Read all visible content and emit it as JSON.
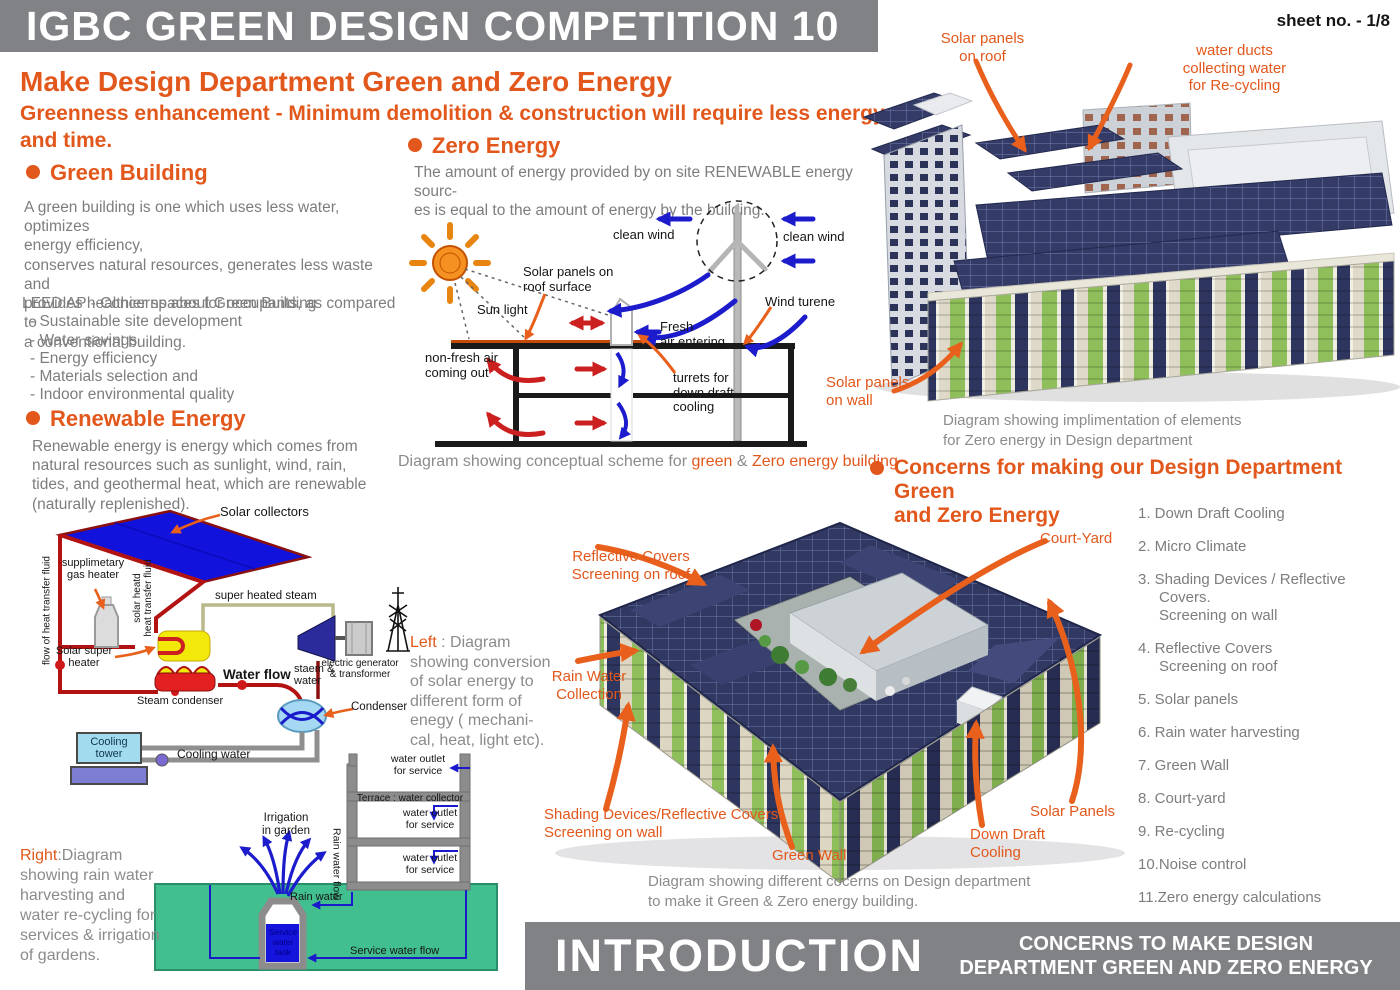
{
  "colors": {
    "accent": "#e2571b",
    "banner_gray": "#818286",
    "text_gray": "#7d7d7d",
    "arrow_blue": "#1c1ccc",
    "arrow_red": "#cc2020",
    "collector_blue": "#1212dd",
    "ground_green": "#41bf8e"
  },
  "header": {
    "competition_title": "IGBC GREEN DESIGN COMPETITION 10",
    "sheet_no": "sheet no. - 1/8",
    "main_heading": "Make Design Department Green and Zero Energy",
    "tagline": "Greenness enhancement - Minimum demolition & construction will require less energy\nand time."
  },
  "green_building": {
    "heading": "Green Building",
    "intro": "A green building is one which uses less water, optimizes\nenergy efficiency,\nconserves natural resources, generates less waste and\nprovides healthier spaces for occupants, as compared to\na conventional building.",
    "leed_heading": "LEED AP - Concerns about Green Building",
    "leed_items": [
      "- Sustainable site development",
      "- Water savings",
      "- Energy efficiency",
      "- Materials selection and",
      "- Indoor environmental quality"
    ]
  },
  "renewable_energy": {
    "heading": "Renewable Energy",
    "intro": "Renewable energy is energy which comes from\nnatural resources such as sunlight, wind, rain,\ntides, and geothermal heat, which are renewable\n(naturally replenished)."
  },
  "zero_energy": {
    "heading": "Zero Energy",
    "intro": "The amount of energy provided by on site RENEWABLE energy sourc-\nes is equal to the amount of energy by the building."
  },
  "concept_diagram": {
    "clean_wind_left": "clean wind",
    "clean_wind_right": "clean wind",
    "solar_panels": "Solar panels on\nroof  surface",
    "sun_light": "Sun light",
    "fresh_air": "Fresh\nair entering",
    "wind_turbine": "Wind turene",
    "non_fresh_air": "non-fresh air\ncoming out",
    "turrets": "turrets for\ndown draft\ncooling",
    "caption_prefix": "Diagram showing conceptual scheme for ",
    "caption_green": "green",
    "caption_amp": " & ",
    "caption_zero": "Zero energy building"
  },
  "zero_render": {
    "label_roof": "Solar panels\non roof",
    "label_ducts": "water ducts\ncollecting water\nfor Re-cycling",
    "label_wall": "Solar panels\non wall",
    "caption": "Diagram showing implimentation of elements\nfor Zero energy in Design department"
  },
  "solar_diagram": {
    "solar_collectors": "Solar collectors",
    "gas_heater": "supplimetary\ngas heater",
    "flow_fluid": "flow of heat transfer fluid",
    "heated_fluid": "solar heatd\nheat transfer fluid",
    "super_heated_steam": "super heated steam",
    "solar_super_heater": "Solar super\nheater",
    "water_flow": "Water flow",
    "steam_condenser": "Steam condenser",
    "steam_water": "staem &\nwater",
    "generator": "electric generator\n& transformer",
    "condenser": "Condenser",
    "cooling_tower": "Cooling\ntower",
    "cooling_water": "Cooling water"
  },
  "left_caption": {
    "prefix": "Left",
    "rest": " : Diagram\nshowing conversion\nof solar energy to\ndifferent form of\nenegy ( mechani-\ncal, heat, light etc)."
  },
  "rain_diagram": {
    "irrigation": "Irrigation\nin garden",
    "rain_water_flow": "Rain water flow",
    "water_outlet_top": "water outlet\nfor service",
    "terrace": "Terrace : water collector",
    "water_outlet_mid": "water outlet\nfor service",
    "water_outlet_low": "water outlet\nfor service",
    "rain_water": "Rain water",
    "service_flow": "Service water flow",
    "tank_label": "Service\nwater tank"
  },
  "right_caption": {
    "prefix": "Right",
    "rest": ":Diagram\nshowing rain water\nharvesting and\nwater re-cycling for\nservices & irrigation\nof gardens."
  },
  "concerns": {
    "heading": "Concerns for making our Design Department Green\nand Zero Energy",
    "items": [
      "1. Down Draft Cooling",
      "2. Micro Climate",
      "3. Shading Devices / Reflective Covers.\nScreening on wall",
      "4. Reflective Covers\nScreening on roof",
      "5. Solar panels",
      "6. Rain water harvesting",
      "7. Green Wall",
      "8. Court-yard",
      "9. Re-cycling",
      "10.Noise control",
      "11.Zero energy calculations"
    ]
  },
  "concerns_render": {
    "label_reflective": "Reflective Covers\nScreening on roof",
    "label_rain": "Rain Water\nCollection",
    "label_court": "Court-Yard",
    "label_shading": "Shading Devices/Reflective Covers\nScreening on wall",
    "label_green_wall": "Green Wall",
    "label_down_draft": "Down Draft\nCooling",
    "label_solar": "Solar Panels",
    "caption": "Diagram showing different cocerns on Design department\nto make it Green & Zero energy building."
  },
  "footer": {
    "title": "INTRODUCTION",
    "subtitle": "CONCERNS TO MAKE DESIGN\nDEPARTMENT GREEN AND ZERO ENERGY"
  }
}
